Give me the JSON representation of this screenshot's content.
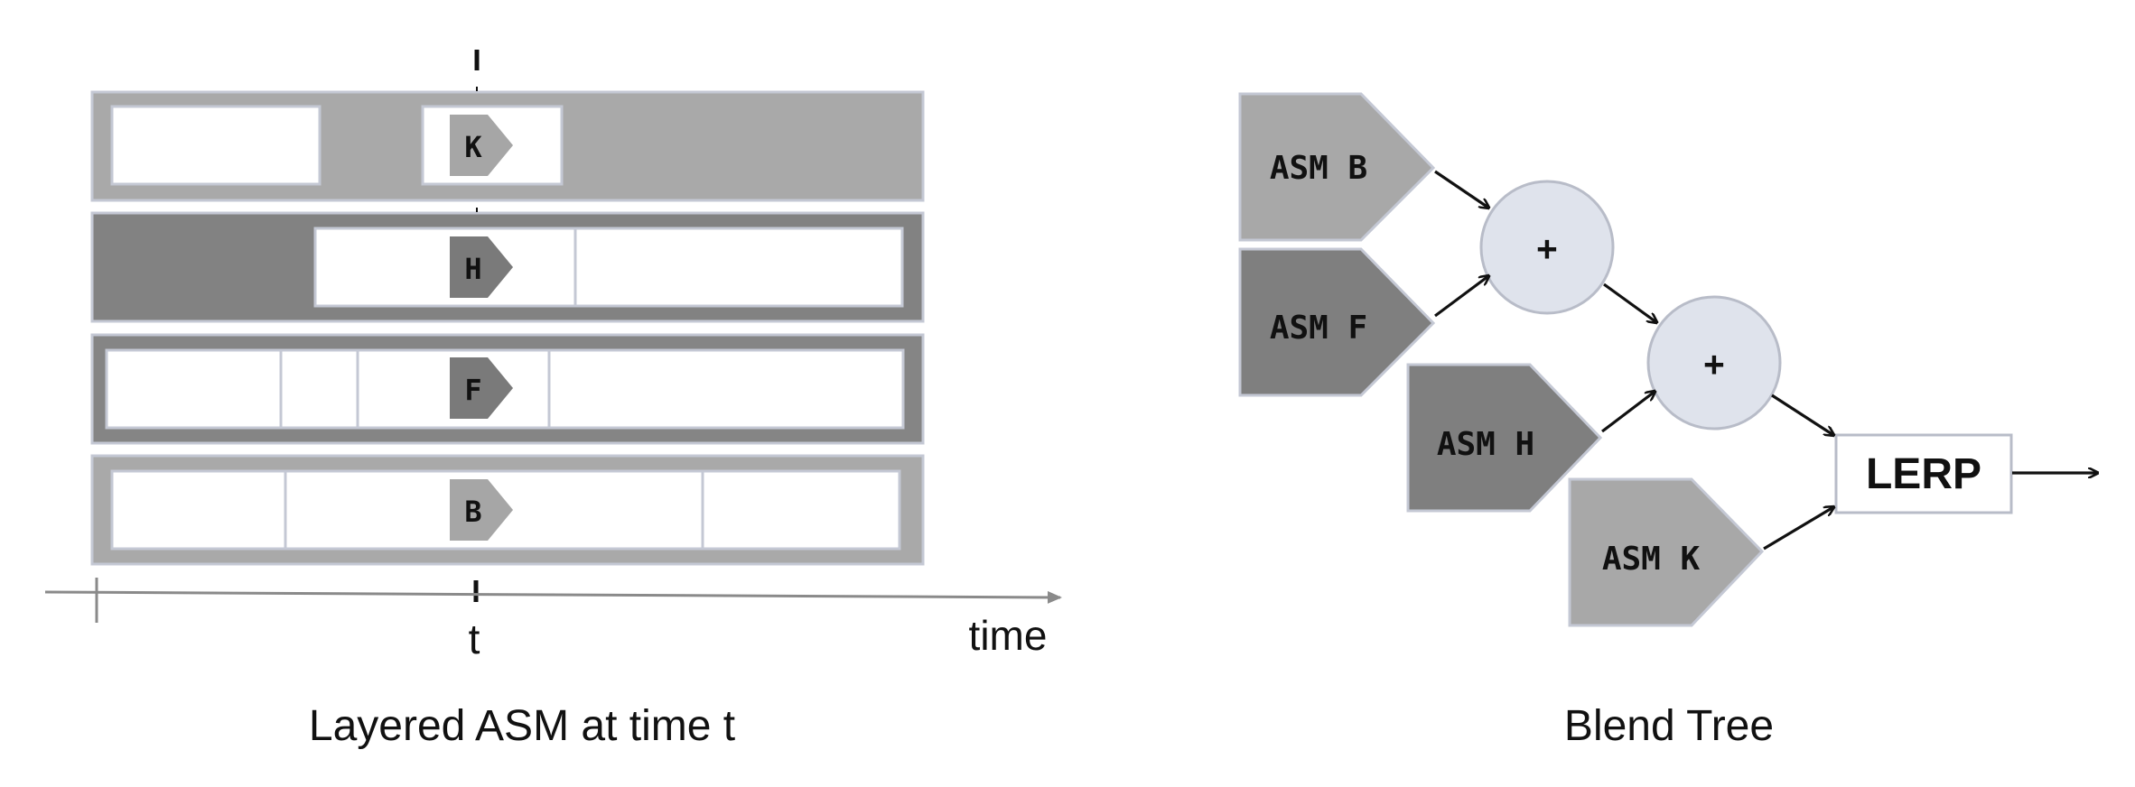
{
  "left_diagram": {
    "caption": "Layered ASM at time t",
    "time_marker_label": "t",
    "axis_label": "time",
    "layers": [
      {
        "marker_label": "K",
        "fill": "#a9a9a9"
      },
      {
        "marker_label": "H",
        "fill": "#828282"
      },
      {
        "marker_label": "F",
        "fill": "#858585"
      },
      {
        "marker_label": "B",
        "fill": "#a9a9a9"
      }
    ]
  },
  "right_diagram": {
    "caption": "Blend Tree",
    "nodes": {
      "asm_b": {
        "label": "ASM B",
        "fill": "#a8a8a8"
      },
      "asm_f": {
        "label": "ASM F",
        "fill": "#7f7f7f"
      },
      "asm_h": {
        "label": "ASM H",
        "fill": "#7f7f7f"
      },
      "asm_k": {
        "label": "ASM K",
        "fill": "#a8a8a8"
      },
      "add_1": {
        "label": "+"
      },
      "add_2": {
        "label": "+"
      },
      "lerp": {
        "label": "LERP"
      }
    }
  },
  "colors": {
    "border": "#c4c8d4",
    "circle_fill": "#dfe3ec",
    "marker_k_b": "#a6a6a6",
    "marker_h_f": "#7a7a7a",
    "axis": "#8a8a8a"
  }
}
